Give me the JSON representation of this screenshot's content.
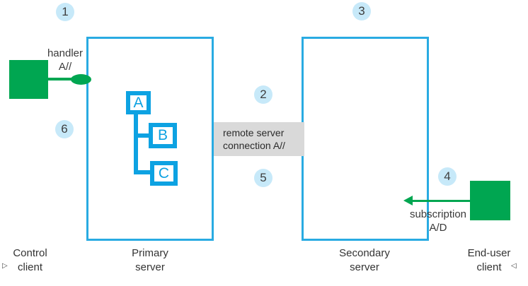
{
  "steps": [
    "1",
    "2",
    "3",
    "4",
    "5",
    "6"
  ],
  "handler": {
    "line1": "handler",
    "line2": "A//"
  },
  "remote_connection": {
    "line1": "remote server",
    "line2": "connection A//"
  },
  "subscription": {
    "line1": "subscription",
    "line2": "A/D"
  },
  "tree_nodes": {
    "a": "A",
    "b": "B",
    "c": "C"
  },
  "captions": {
    "control": {
      "line1": "Control",
      "line2": "client"
    },
    "primary": {
      "line1": "Primary",
      "line2": "server"
    },
    "secondary": {
      "line1": "Secondary",
      "line2": "server"
    },
    "end_user": {
      "line1": "End-user",
      "line2": "client"
    }
  },
  "markers": {
    "left": "▷",
    "right": "◁"
  },
  "colors": {
    "box_border_cyan": "#29abe2",
    "tree_cyan": "#0da2e2",
    "client_green": "#00a651",
    "badge_fill": "#c7e9f9",
    "badge_text": "#3e3e3e",
    "connection_label_gray": "#d9d9d9",
    "text": "#3a3a3a"
  }
}
